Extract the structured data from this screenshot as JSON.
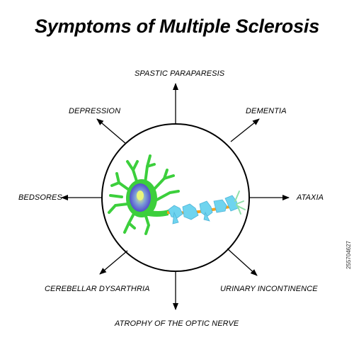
{
  "title": "Symptoms of Multiple Sclerosis",
  "symptoms": {
    "top": "SPASTIC PARAPARESIS",
    "top_left": "DEPRESSION",
    "top_right": "DEMENTIA",
    "left": "BEDSORES",
    "right": "ATAXIA",
    "bottom_left": "CEREBELLAR DYSARTHRIA",
    "bottom_right": "URINARY INCONTINENCE",
    "bottom": "ATROPHY OF THE OPTIC NERVE"
  },
  "stock_id": "255704627",
  "colors": {
    "soma": "#3ccf3c",
    "nucleus": "#5a5ad8",
    "nucleus_inner": "#d8f06a",
    "myelin": "#6fd4ef",
    "axon": "#f5a21c",
    "outline": "#000000"
  }
}
